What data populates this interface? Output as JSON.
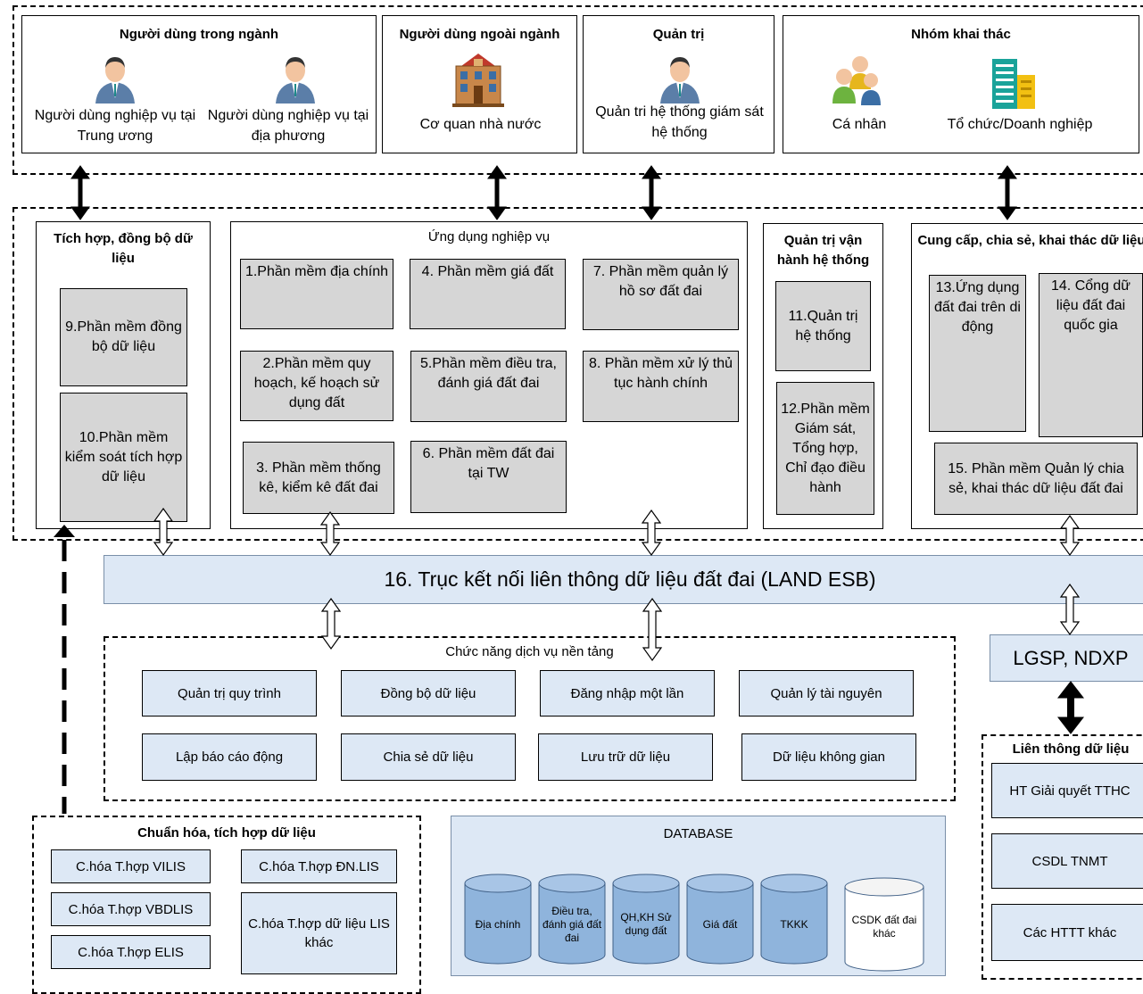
{
  "users": {
    "internal": {
      "title": "Người dùng trong ngành",
      "central": "Người dùng nghiệp vụ tại Trung ương",
      "local": "Người dùng nghiệp vụ tại địa phương"
    },
    "external": {
      "title": "Người dùng ngoài ngành",
      "org": "Cơ quan nhà nước"
    },
    "admin": {
      "title": "Quản trị",
      "desc": "Quản tri hệ thống giám sát hệ thống"
    },
    "exploit": {
      "title": "Nhóm khai thác",
      "personal": "Cá nhân",
      "enterprise": "Tổ chức/Doanh nghiệp"
    }
  },
  "integration": {
    "title": "Tích hợp, đồng bộ dữ liệu",
    "items": [
      "9.Phần mềm đồng bộ dữ liệu",
      "10.Phần mềm kiểm soát tích hợp dữ liệu"
    ]
  },
  "business": {
    "title": "Ứng dụng nghiệp vụ",
    "items": [
      "1.Phần mềm địa chính",
      "2.Phần mềm quy hoạch, kế hoạch sử dụng đất",
      "3. Phần mềm thống kê, kiểm kê đất đai",
      "4. Phần mềm giá đất",
      "5.Phần mềm điều tra, đánh giá đất đai",
      "6. Phần mềm đất đai tại TW",
      "7. Phần mềm quản lý hồ sơ  đất đai",
      "8. Phần mềm xử lý thủ tục hành chính"
    ]
  },
  "operation": {
    "title": "Quản trị vận hành hệ thống",
    "items": [
      "11.Quản trị hệ thống",
      "12.Phần mềm Giám sát, Tổng hợp, Chỉ đạo điều hành"
    ]
  },
  "sharing": {
    "title": "Cung cấp, chia sẻ, khai thác dữ liệu",
    "items": [
      "13.Ứng dụng đất đai trên di động",
      "14. Cổng dữ liệu đất đai quốc gia",
      "15. Phần mềm Quản lý chia sẻ, khai thác dữ liệu đất đai"
    ]
  },
  "esb": "16. Trục kết nối liên thông dữ liệu đất đai (LAND ESB)",
  "lgsp": "LGSP, NDXP",
  "platform": {
    "title": "Chức năng dịch vụ nền tảng",
    "items": [
      "Quản trị quy trình",
      "Đồng bộ dữ liệu",
      "Đăng nhập một lần",
      "Quản lý tài nguyên",
      "Lập báo cáo động",
      "Chia sẻ dữ liệu",
      "Lưu trữ dữ liệu",
      "Dữ liệu không gian"
    ]
  },
  "standardize": {
    "title": "Chuẩn hóa, tích hợp dữ liệu",
    "items": [
      "C.hóa T.hợp VILIS",
      "C.hóa T.hợp VBDLIS",
      "C.hóa T.hợp ELIS",
      "C.hóa T.hợp ĐN.LIS",
      "C.hóa T.hợp dữ liệu LIS khác"
    ]
  },
  "database": {
    "title": "DATABASE",
    "items": [
      "Địa chính",
      "Điều tra, đánh giá đất đai",
      "QH,KH Sử dụng đất",
      "Giá đất",
      "TKKK",
      "CSDK đất đai khác"
    ]
  },
  "interconnect": {
    "title": "Liên thông dữ liệu",
    "items": [
      "HT Giải quyết TTHC",
      "CSDL TNMT",
      "Các HTTT khác"
    ]
  },
  "colors": {
    "gray_box": "#d6d6d6",
    "blue_box": "#dde8f5",
    "cylinder": "#8fb4dc"
  }
}
